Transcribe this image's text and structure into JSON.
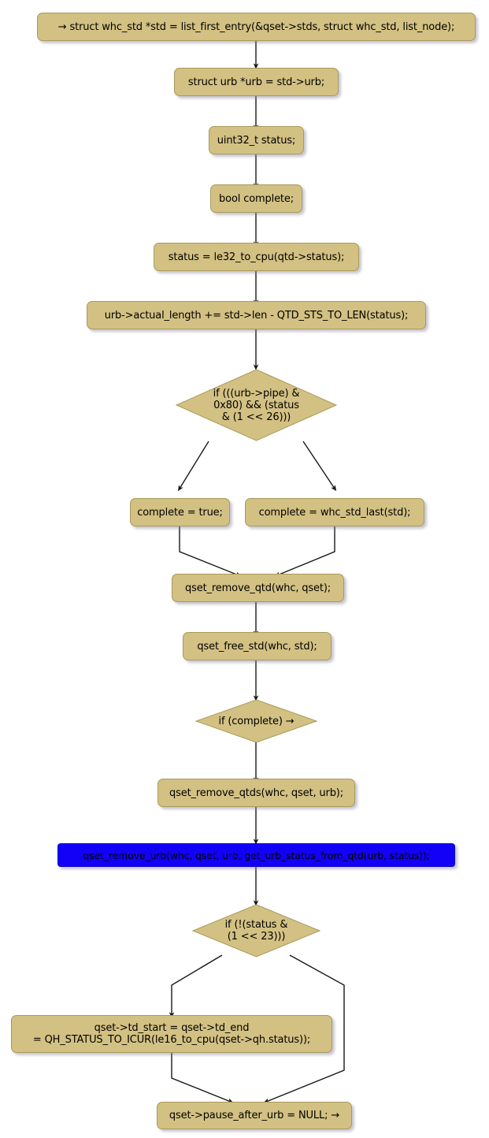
{
  "diagram": {
    "kind": "activity-flowchart",
    "title": "whc_qset process qtds flowchart",
    "background_color": "#FFFFFF",
    "node_fill": "#D3C183",
    "node_border": "#A89A5B",
    "highlight_fill": "#1300F7",
    "edge_color": "#181818",
    "arrow_symbol": "→"
  },
  "nodes": [
    {
      "id": "n1",
      "type": "action",
      "text": "→ struct whc_std *std = list_first_entry(&qset->stds, struct whc_std, list_node);",
      "highlighted": false
    },
    {
      "id": "n2",
      "type": "action",
      "text": "struct urb *urb = std->urb;",
      "highlighted": false
    },
    {
      "id": "n3",
      "type": "action",
      "text": "uint32_t status;",
      "highlighted": false
    },
    {
      "id": "n4",
      "type": "action",
      "text": "bool complete;",
      "highlighted": false
    },
    {
      "id": "n5",
      "type": "action",
      "text": "status = le32_to_cpu(qtd->status);",
      "highlighted": false
    },
    {
      "id": "n6",
      "type": "action",
      "text": "urb->actual_length += std->len - QTD_STS_TO_LEN(status);",
      "highlighted": false
    },
    {
      "id": "d1",
      "type": "decision",
      "text": "if (((urb->pipe) &\n0x80) && (status\n& (1 << 26)))",
      "highlighted": false
    },
    {
      "id": "n7",
      "type": "action",
      "text": "complete = true;",
      "highlighted": false
    },
    {
      "id": "n8",
      "type": "action",
      "text": "complete = whc_std_last(std);",
      "highlighted": false
    },
    {
      "id": "n9",
      "type": "action",
      "text": "qset_remove_qtd(whc, qset);",
      "highlighted": false
    },
    {
      "id": "n10",
      "type": "action",
      "text": "qset_free_std(whc, std);",
      "highlighted": false
    },
    {
      "id": "d2",
      "type": "decision",
      "text": "if (complete) →",
      "highlighted": false
    },
    {
      "id": "n11",
      "type": "action",
      "text": "qset_remove_qtds(whc, qset, urb);",
      "highlighted": false
    },
    {
      "id": "n12",
      "type": "action",
      "text": "qset_remove_urb(whc, qset, urb, get_urb_status_from_qtd(urb, status));",
      "highlighted": true
    },
    {
      "id": "d3",
      "type": "decision",
      "text": "if (!(status &\n(1 << 23)))",
      "highlighted": false
    },
    {
      "id": "n13",
      "type": "action",
      "text": "qset->td_start = qset->td_end\n= QH_STATUS_TO_ICUR(le16_to_cpu(qset->qh.status));",
      "highlighted": false
    },
    {
      "id": "n14",
      "type": "action",
      "text": "qset->pause_after_urb = NULL; →",
      "highlighted": false
    }
  ]
}
